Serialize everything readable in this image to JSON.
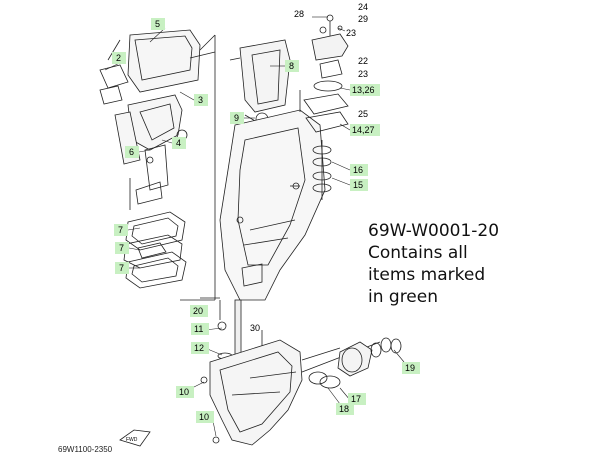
{
  "diagram": {
    "part_number": "69W-W0001-20",
    "kit_lines": [
      "Contains all",
      "items marked",
      "in green"
    ],
    "drawing_code": "69W1100-2350",
    "fwd_label": "FWD",
    "green_labels": [
      "5",
      "2",
      "3",
      "4",
      "6",
      "7",
      "7",
      "7",
      "8",
      "9",
      "13,26",
      "14,27",
      "16",
      "15",
      "20",
      "11",
      "12",
      "10",
      "10",
      "19",
      "17",
      "18"
    ],
    "plain_labels": [
      "28",
      "24",
      "29",
      "23",
      "22",
      "23",
      "25",
      "30"
    ],
    "colors": {
      "green_highlight": "#c8f0c2",
      "line": "#222222"
    }
  }
}
